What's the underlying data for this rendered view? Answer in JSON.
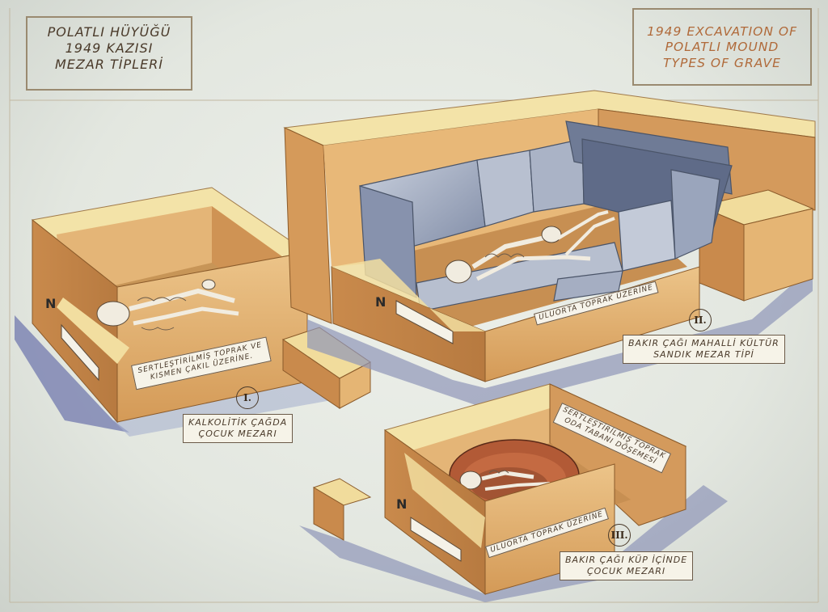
{
  "title_tr": [
    "POLATLI HÜYÜĞÜ",
    "1949 KAZISI",
    "MEZAR TİPLERİ"
  ],
  "title_en": [
    "1949 EXCAVATION OF",
    "POLATLI MOUND",
    "TYPES OF GRAVE"
  ],
  "graves": [
    {
      "numeral": "I.",
      "soil_label": [
        "SERTLEŞTİRİLMİŞ TOPRAK VE",
        "KISMEN ÇAKIL ÜZERİNE."
      ],
      "caption": [
        "KALKOLİTİK ÇAĞDA",
        "ÇOCUK MEZARI"
      ]
    },
    {
      "numeral": "II.",
      "soil_label": [
        "ULUORTA TOPRAK ÜZERİNE"
      ],
      "caption": [
        "BAKIR ÇAĞI MAHALLİ KÜLTÜR",
        "SANDIK MEZAR TİPİ"
      ]
    },
    {
      "numeral": "III.",
      "soil_label": [
        "ULUORTA TOPRAK ÜZERİNE"
      ],
      "floor_label": [
        "SERTLEŞTİRİLMİŞ TOPRAK",
        "ODA TABANI DÖŞEMESİ"
      ],
      "caption": [
        "BAKIR ÇAĞI KÜP İÇİNDE",
        "ÇOCUK MEZARI"
      ]
    }
  ],
  "north_marker": "N",
  "colors": {
    "earth_light": "#f3e3a8",
    "earth_mid": "#d9a86a",
    "earth_dark": "#b87d45",
    "stone": "#8a96ad",
    "shadow": "#8e95b8",
    "ink": "#4a3a2a",
    "title_en": "#b06a3a"
  }
}
